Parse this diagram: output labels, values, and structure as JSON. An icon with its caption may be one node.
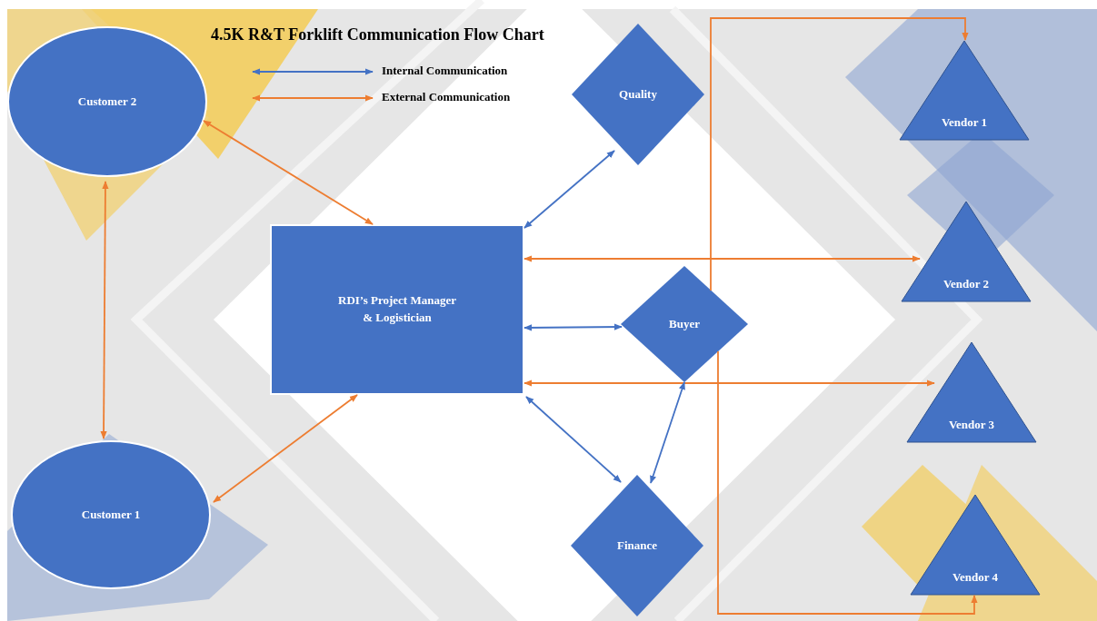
{
  "diagram": {
    "title": "4.5K R&T Forklift Communication Flow Chart",
    "nodes": [
      {
        "text": [
          "Customer 2"
        ]
      },
      {
        "text": [
          "Quality"
        ]
      },
      {
        "text": [
          "Vendor 1"
        ]
      },
      {
        "text": [
          "RDI’s Project Manager & Logistician"
        ]
      },
      {
        "text": [
          "Vendor 2"
        ]
      },
      {
        "text": [
          "Buyer"
        ]
      },
      {
        "text": [
          "Vendor 3"
        ]
      },
      {
        "text": [
          "Customer 1"
        ]
      },
      {
        "text": [
          "Finance"
        ]
      },
      {
        "text": [
          "Vendor 4"
        ]
      }
    ],
    "edges": [
      {
        "from": 0,
        "to": 3,
        "arrow": "both"
      },
      {
        "from": 0,
        "to": 7,
        "arrow": "both"
      },
      {
        "from": 7,
        "to": 3,
        "arrow": "both"
      },
      {
        "from": 3,
        "to": 1,
        "arrow": "both",
        "color": "#4472c4"
      },
      {
        "from": 3,
        "to": 4,
        "arrow": "both"
      },
      {
        "from": 3,
        "to": 5,
        "arrow": "both",
        "color": "#4472c4"
      },
      {
        "from": 3,
        "to": 6,
        "arrow": "both"
      },
      {
        "from": 3,
        "to": 8,
        "arrow": "both",
        "color": "#4472c4"
      },
      {
        "from": 5,
        "to": 8,
        "arrow": "both",
        "color": "#4472c4"
      },
      {
        "from": 5,
        "to": 2,
        "arrow": "to"
      },
      {
        "from": 5,
        "to": 9,
        "arrow": "to"
      }
    ],
    "legend": [
      {
        "text": "Internal Communication"
      },
      {
        "text": "External Communication"
      }
    ]
  }
}
